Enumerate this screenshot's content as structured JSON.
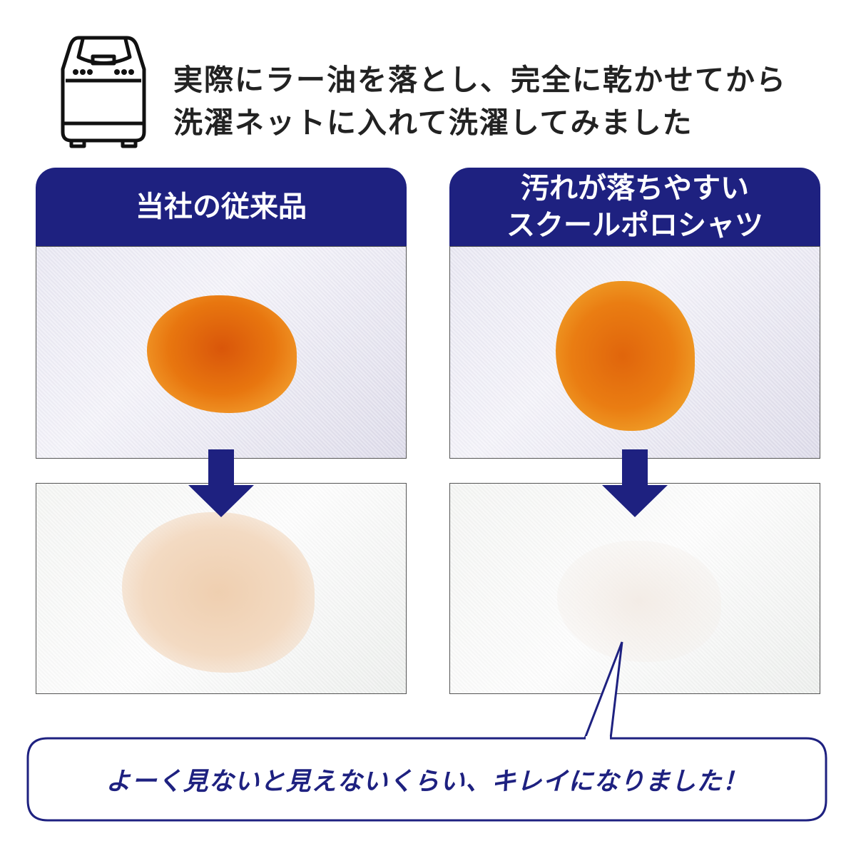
{
  "title": {
    "line1": "実際にラー油を落とし、完全に乾かせてから",
    "line2": "洗濯ネットに入れて洗濯してみました"
  },
  "left_panel": {
    "header": "当社の従来品"
  },
  "right_panel": {
    "header_line1": "汚れが落ちやすい",
    "header_line2": "スクールポロシャツ"
  },
  "callout": "よーく見ないと見えないくらい、キレイになりました！",
  "colors": {
    "navy": "#1e2180",
    "stain": "#e8760f"
  },
  "icons": [
    "washing-machine-icon",
    "arrow-down-icon"
  ]
}
